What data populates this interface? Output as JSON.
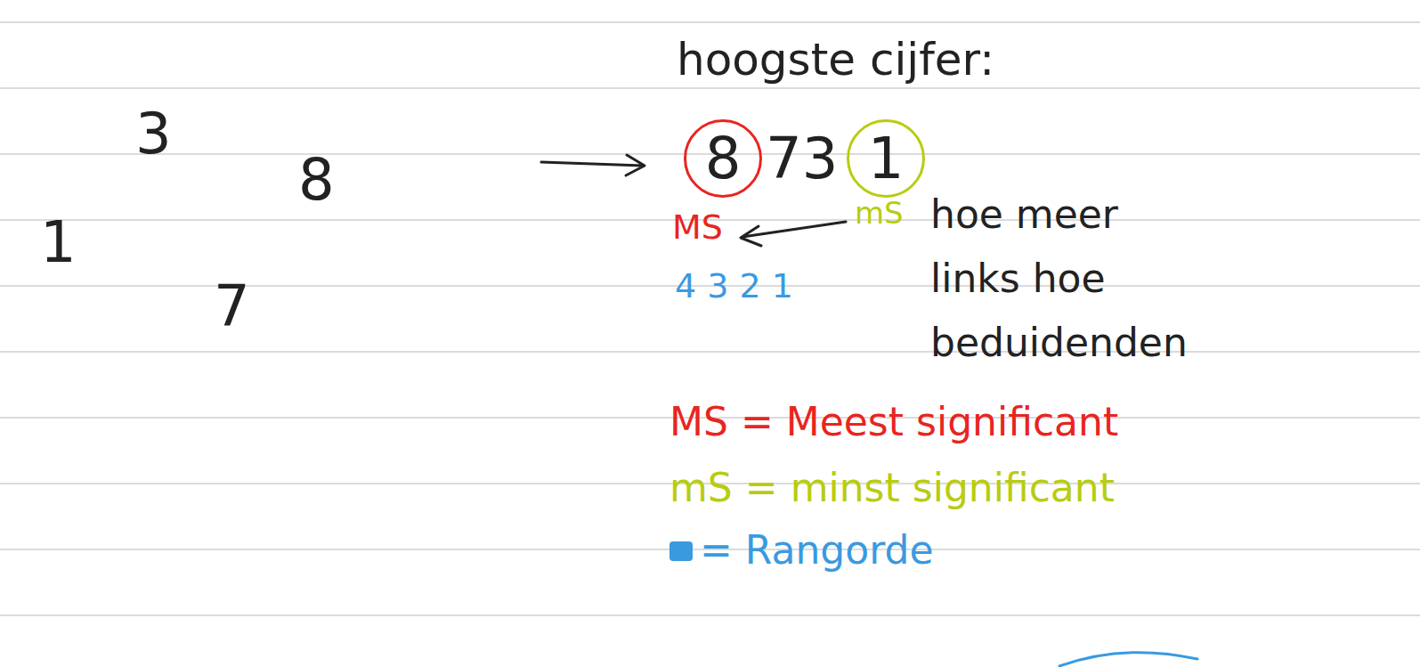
{
  "diagram": {
    "nodes": [
      {
        "text": [
          "8"
        ]
      },
      {
        "text": [
          "1"
        ]
      }
    ],
    "labels": [
      "3",
      "8",
      "1",
      "7",
      "hoogste cijfer:",
      "73",
      "MS",
      "mS",
      "4 3 2 1",
      "hoe meer links hoe beduidenden",
      "MS = Meest significant",
      "mS = minst significant"
    ],
    "legend": [
      {
        "text": "= Rangorde",
        "color": "#3a9ae0"
      }
    ]
  }
}
